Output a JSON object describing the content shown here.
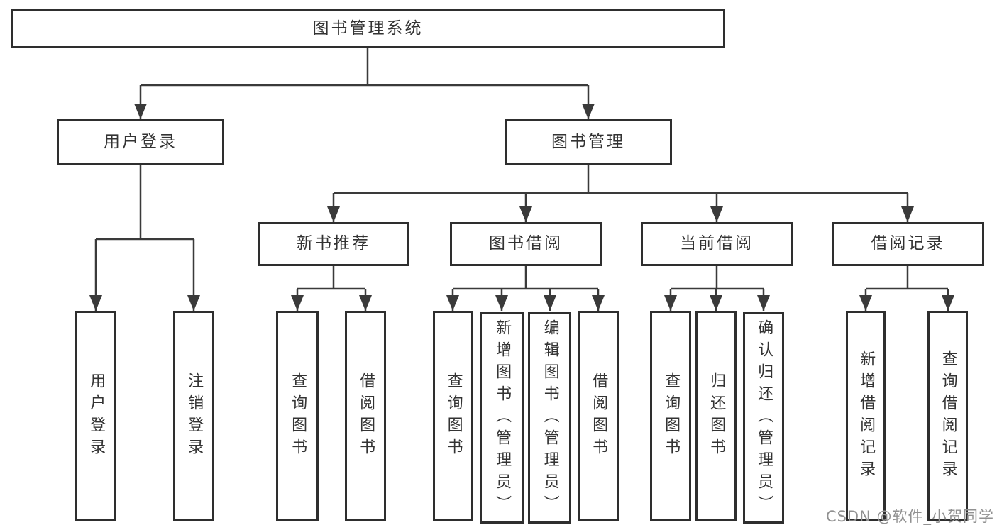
{
  "nodes": {
    "root": {
      "label": "图书管理系统"
    },
    "level2": [
      {
        "label": "用户登录"
      },
      {
        "label": "图书管理"
      }
    ],
    "level3": [
      {
        "label": "新书推荐"
      },
      {
        "label": "图书借阅"
      },
      {
        "label": "当前借阅"
      },
      {
        "label": "借阅记录"
      }
    ],
    "leaves": [
      {
        "label": "用户登录"
      },
      {
        "label": "注销登录"
      },
      {
        "label": "查询图书"
      },
      {
        "label": "借阅图书"
      },
      {
        "label": "查询图书"
      },
      {
        "label": "新增图书（管理员）"
      },
      {
        "label": "编辑图书（管理员）"
      },
      {
        "label": "借阅图书"
      },
      {
        "label": "查询图书"
      },
      {
        "label": "归还图书"
      },
      {
        "label": "确认归还（管理员）"
      },
      {
        "label": "新增借阅记录"
      },
      {
        "label": "查询借阅记录"
      }
    ]
  },
  "structure": {
    "图书管理系统": {
      "用户登录": [
        "用户登录",
        "注销登录"
      ],
      "图书管理": {
        "新书推荐": [
          "查询图书",
          "借阅图书"
        ],
        "图书借阅": [
          "查询图书",
          "新增图书（管理员）",
          "编辑图书（管理员）",
          "借阅图书"
        ],
        "当前借阅": [
          "查询图书",
          "归还图书",
          "确认归还（管理员）"
        ],
        "借阅记录": [
          "新增借阅记录",
          "查询借阅记录"
        ]
      }
    }
  },
  "watermark": {
    "text": "CSDN @软件_小贺同学",
    "color": "#919191"
  },
  "colors": {
    "background": "#ffffff",
    "box_fill": "#ffffff",
    "box_border": "#2e2e2e",
    "line": "#3a3a3a",
    "text": "#333333"
  }
}
